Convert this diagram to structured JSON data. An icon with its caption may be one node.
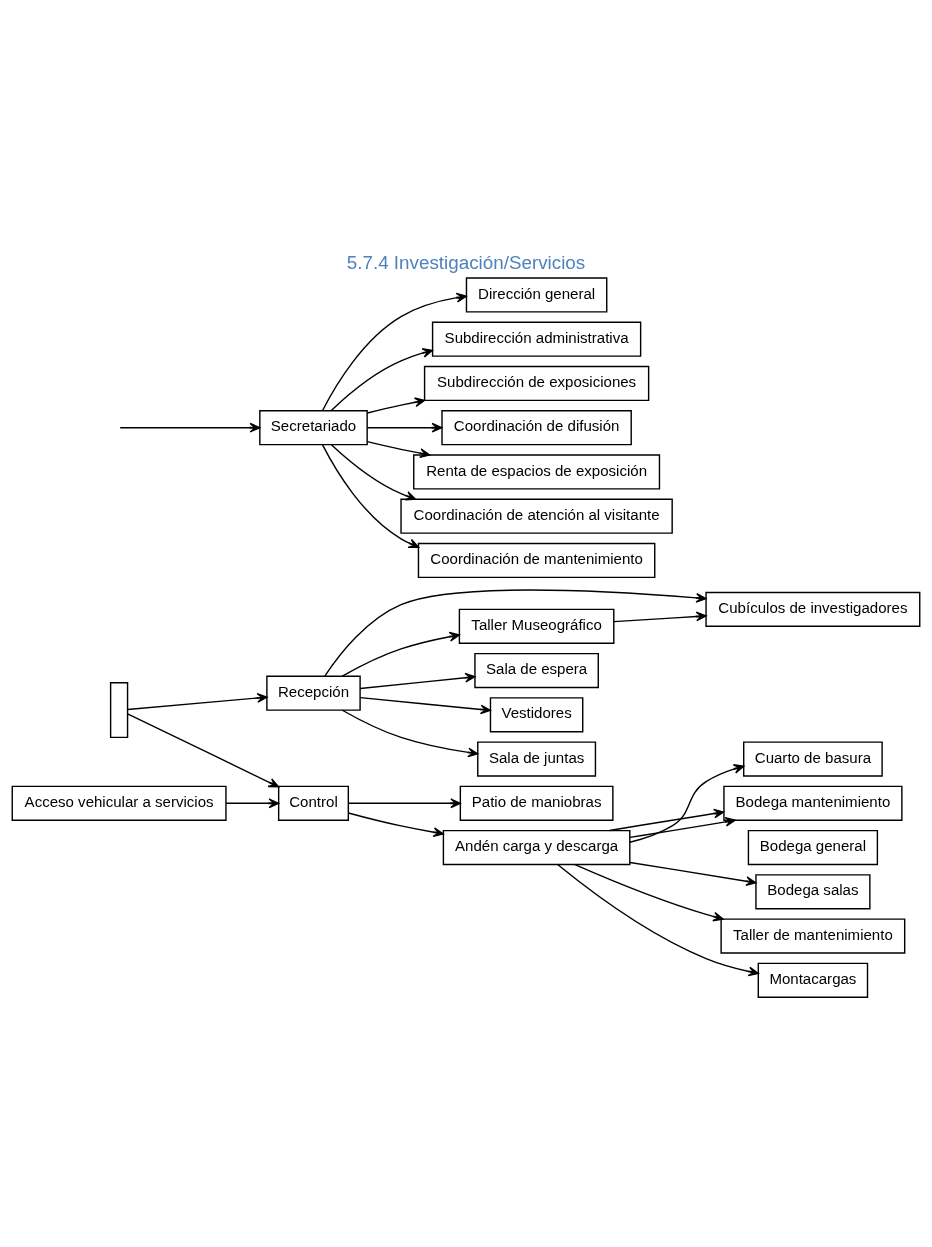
{
  "diagram": {
    "title": "5.7.4 Investigación/Servicios",
    "nodes": [
      {
        "text": [],
        "shape": "box"
      },
      {
        "text": [
          "Recepción"
        ]
      },
      {
        "text": [
          "Cubículos de investigadores"
        ]
      },
      {
        "text": [
          "Taller Museográfico"
        ]
      },
      {
        "text": [
          "Sala de espera"
        ]
      },
      {
        "text": [
          "Vestidores"
        ]
      },
      {
        "text": [
          "Sala de juntas"
        ]
      },
      {
        "text": [
          "Secretariado"
        ]
      },
      {
        "text": [
          "Dirección general"
        ]
      },
      {
        "text": [
          "Subdirección administrativa"
        ]
      },
      {
        "text": [
          "Subdirección de exposiciones"
        ]
      },
      {
        "text": [
          "Coordinación de difusión"
        ]
      },
      {
        "text": [
          "Renta de espacios de exposición"
        ]
      },
      {
        "text": [
          "Coordinación de atención al visitante"
        ]
      },
      {
        "text": [
          "Coordinación de mantenimiento"
        ]
      },
      {
        "text": [
          "Control"
        ]
      },
      {
        "text": [
          "Acceso vehicular a servicios"
        ]
      },
      {
        "text": [
          "Patio de maniobras"
        ]
      },
      {
        "text": [
          "Andén carga y descarga"
        ]
      },
      {
        "text": [
          "Cuarto de basura"
        ]
      },
      {
        "text": [
          "Bodega mantenimiento"
        ]
      },
      {
        "text": [
          "Bodega general"
        ]
      },
      {
        "text": [
          "Bodega salas"
        ]
      },
      {
        "text": [
          "Taller de mantenimiento"
        ]
      },
      {
        "text": [
          "Montacargas"
        ]
      }
    ],
    "edges": [
      {
        "from": 0,
        "to": 1,
        "arrow": "to"
      },
      {
        "from": 0,
        "to": 15,
        "arrow": "to"
      },
      {
        "from": null,
        "to": 7,
        "arrow": "to"
      },
      {
        "from": 1,
        "to": 2,
        "arrow": "to"
      },
      {
        "from": 1,
        "to": 3,
        "arrow": "to"
      },
      {
        "from": 1,
        "to": 4,
        "arrow": "to"
      },
      {
        "from": 1,
        "to": 5,
        "arrow": "to"
      },
      {
        "from": 1,
        "to": 6,
        "arrow": "to"
      },
      {
        "from": 3,
        "to": 2,
        "arrow": "to"
      },
      {
        "from": 7,
        "to": 8,
        "arrow": "to"
      },
      {
        "from": 7,
        "to": 9,
        "arrow": "to"
      },
      {
        "from": 7,
        "to": 10,
        "arrow": "to"
      },
      {
        "from": 7,
        "to": 11,
        "arrow": "to"
      },
      {
        "from": 7,
        "to": 12,
        "arrow": "to"
      },
      {
        "from": 7,
        "to": 13,
        "arrow": "to"
      },
      {
        "from": 7,
        "to": 14,
        "arrow": "to"
      },
      {
        "from": 16,
        "to": 15,
        "arrow": "to"
      },
      {
        "from": 15,
        "to": 17,
        "arrow": "to"
      },
      {
        "from": 15,
        "to": 18,
        "arrow": "to"
      },
      {
        "from": 18,
        "to": 19,
        "arrow": "to"
      },
      {
        "from": 18,
        "to": 20,
        "arrow": "to"
      },
      {
        "from": 18,
        "to": 20,
        "arrow": "to"
      },
      {
        "from": 18,
        "to": 22,
        "arrow": "to"
      },
      {
        "from": 18,
        "to": 23,
        "arrow": "to"
      },
      {
        "from": 18,
        "to": 24,
        "arrow": "to"
      }
    ]
  }
}
